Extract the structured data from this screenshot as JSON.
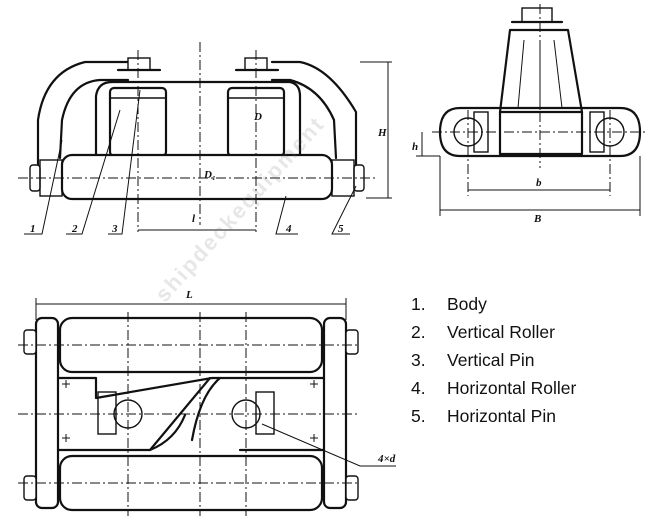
{
  "legend": {
    "items": [
      {
        "number": "1.",
        "label": "Body"
      },
      {
        "number": "2.",
        "label": "Vertical Roller"
      },
      {
        "number": "3.",
        "label": "Vertical Pin"
      },
      {
        "number": "4.",
        "label": "Horizontal Roller"
      },
      {
        "number": "5.",
        "label": "Horizontal Pin"
      }
    ]
  },
  "callouts": {
    "c1": "1",
    "c2": "2",
    "c3": "3",
    "c4": "4",
    "c5": "5"
  },
  "dimensions": {
    "front_H": "H",
    "front_D": "D",
    "front_D1": "D₁",
    "front_l": "l",
    "side_h": "h",
    "side_b": "b",
    "side_B": "B",
    "plan_L": "L",
    "plan_holes": "4×d"
  },
  "watermark": "shipdeckequipment"
}
